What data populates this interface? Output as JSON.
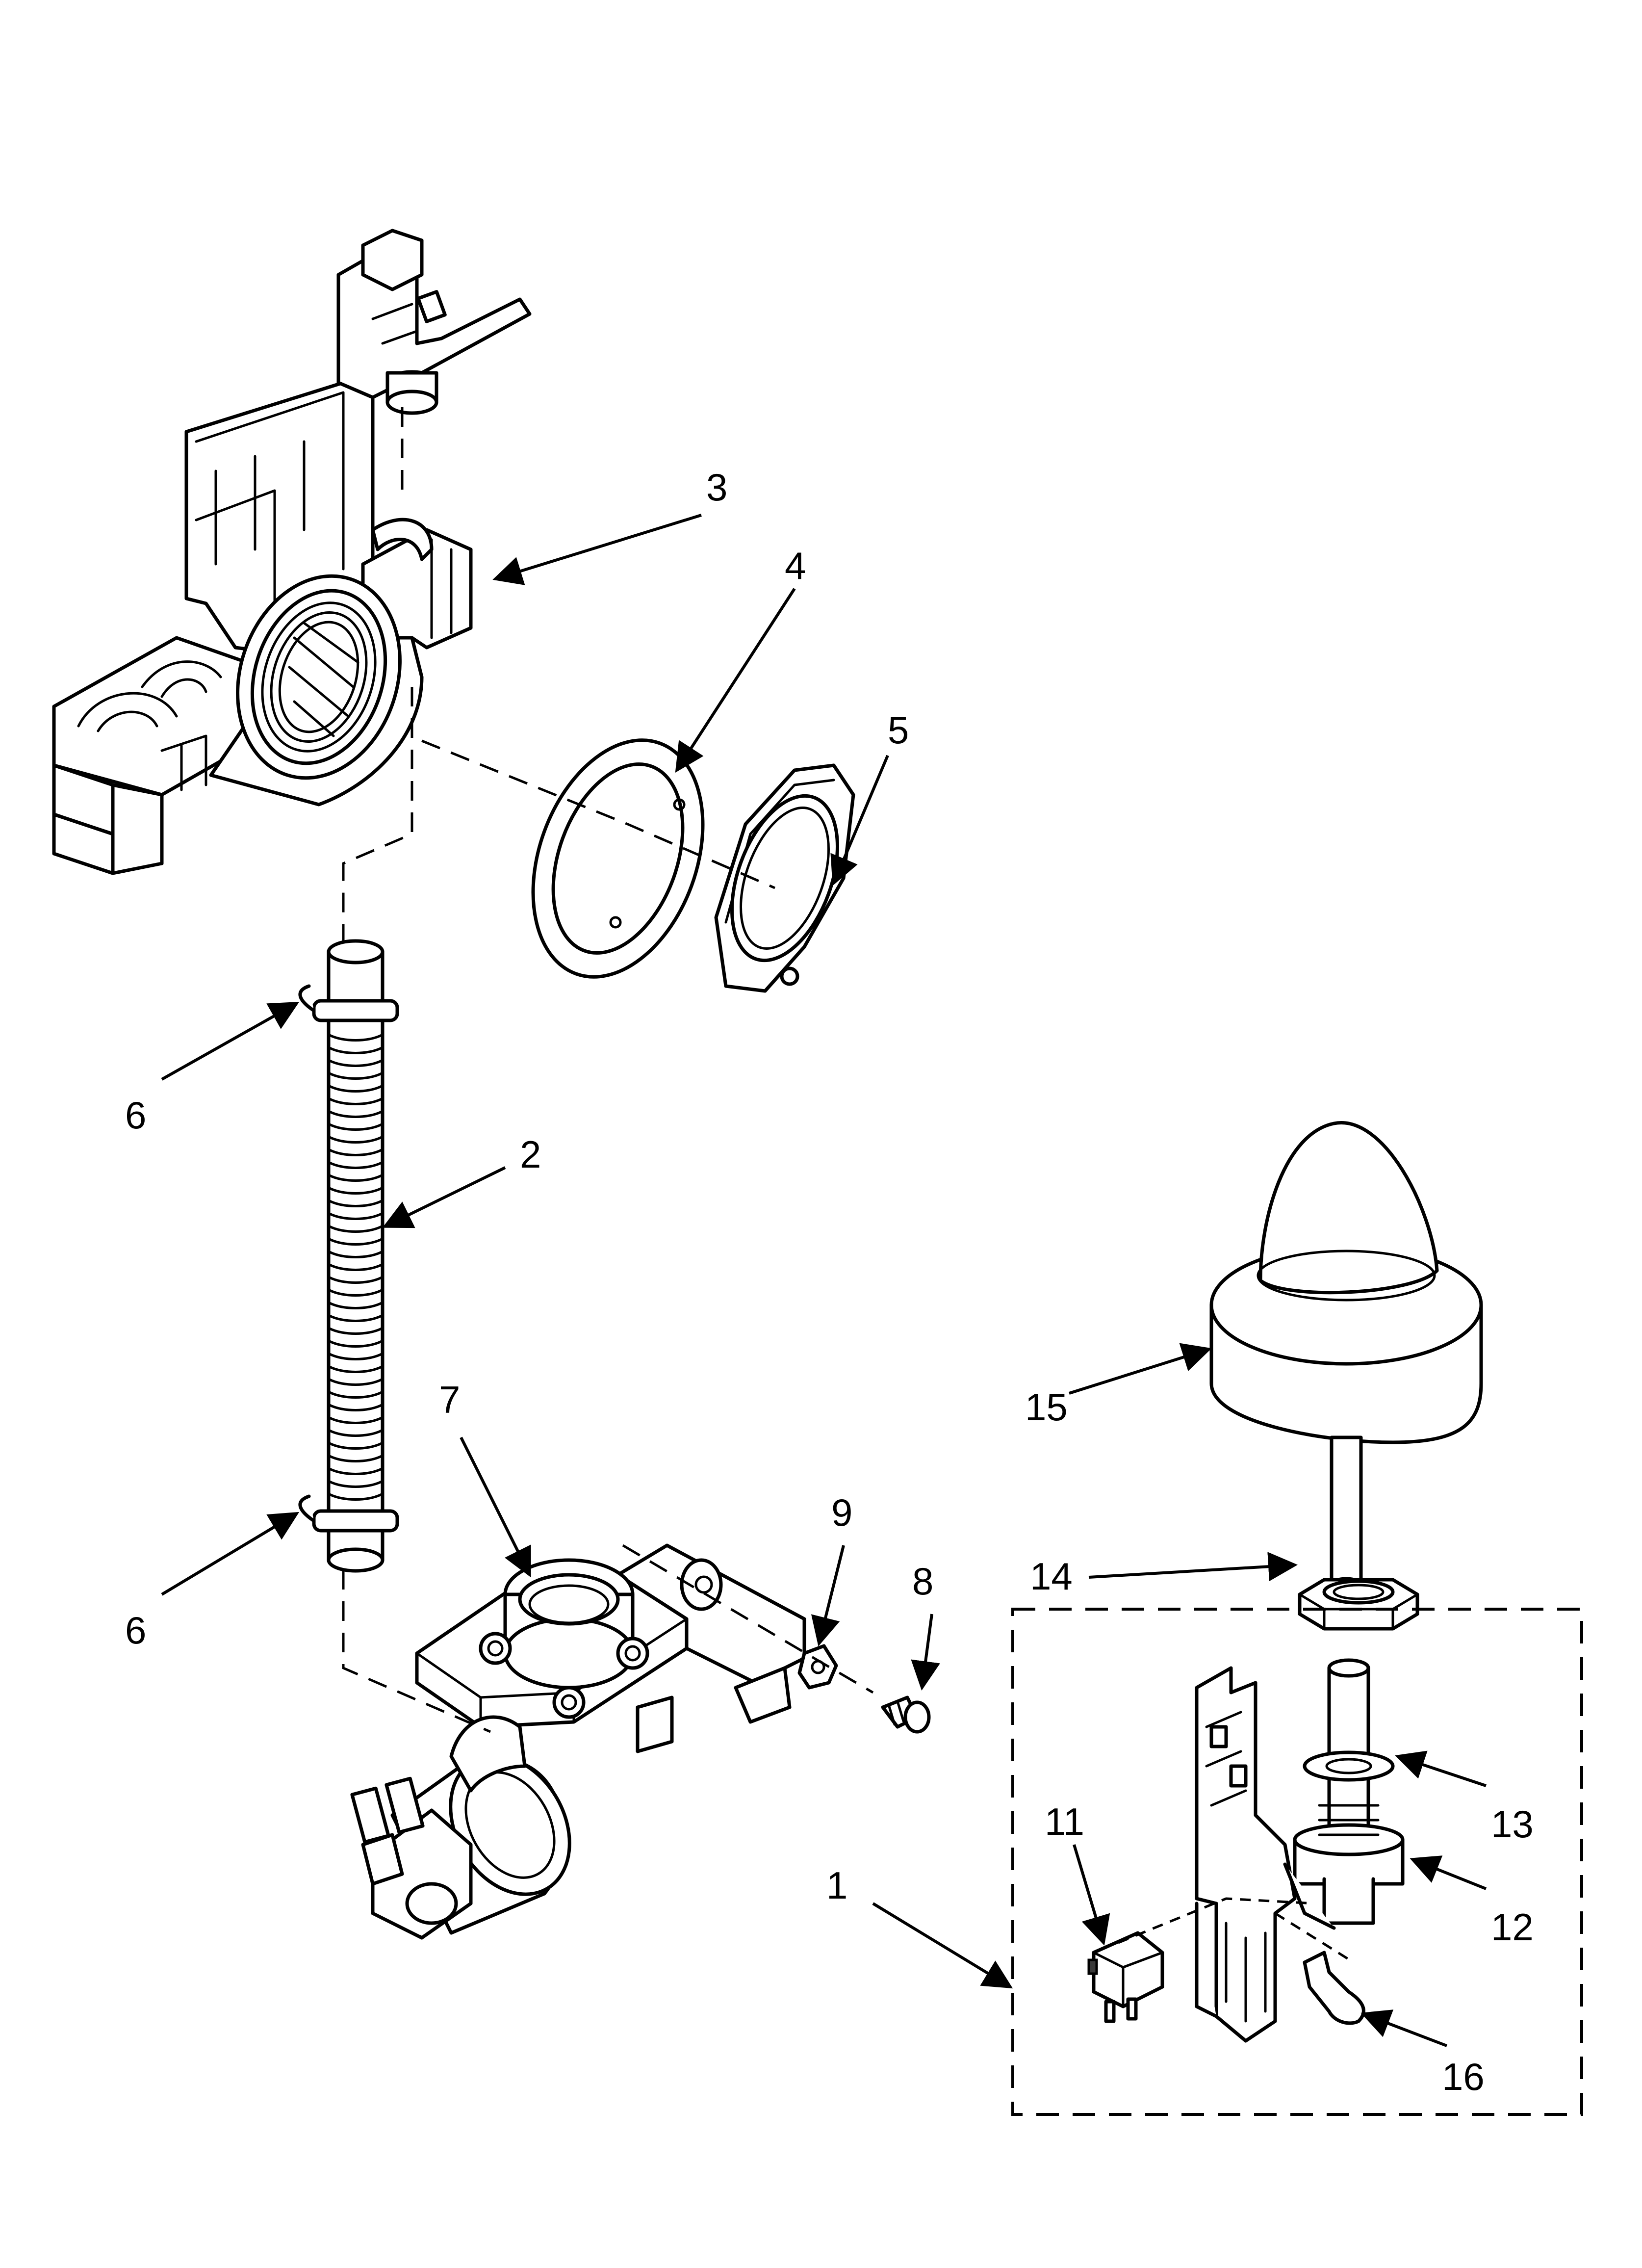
{
  "callouts": {
    "c1": "1",
    "c2": "2",
    "c3": "3",
    "c4": "4",
    "c5": "5",
    "c6a": "6",
    "c6b": "6",
    "c7": "7",
    "c8": "8",
    "c9": "9",
    "c11": "11",
    "c12": "12",
    "c13": "13",
    "c14": "14",
    "c15": "15",
    "c16": "16"
  },
  "colors": {
    "line": "#000000",
    "background": "#ffffff",
    "shade": "#d9d9d9"
  }
}
